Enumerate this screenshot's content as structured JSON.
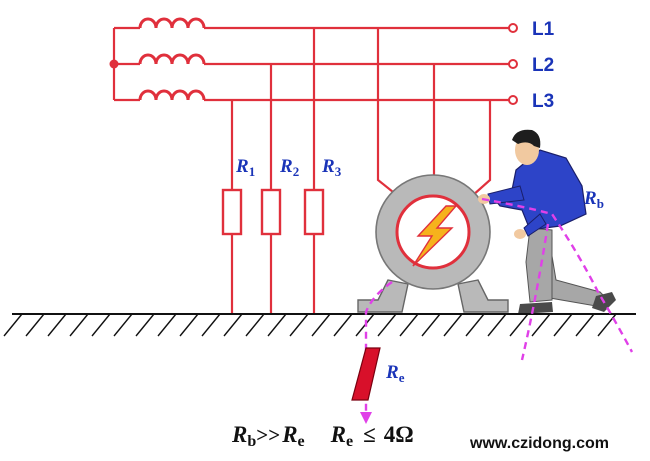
{
  "colors": {
    "wire": "#e0303c",
    "label_blue": "#1a34b8",
    "leakage_path": "#e040e8",
    "motor_gray": "#b9b9b9",
    "bolt_orange": "#f6b21c",
    "electrode": "#d8102a",
    "shirt": "#2d44c8",
    "pants": "#a7a7a7"
  },
  "lines": {
    "l1": "L1",
    "l2": "L2",
    "l3": "L3"
  },
  "resistors": {
    "r1": {
      "symbol": "R",
      "sub": "1"
    },
    "r2": {
      "symbol": "R",
      "sub": "2"
    },
    "r3": {
      "symbol": "R",
      "sub": "3"
    }
  },
  "body_resistance": {
    "symbol": "R",
    "sub": "b"
  },
  "earth_resistance": {
    "symbol": "R",
    "sub": "e"
  },
  "formula": {
    "lhs_symbol": "R",
    "lhs_sub": "b",
    "relation": ">>",
    "rhs_symbol": "R",
    "rhs_sub": "e",
    "limit_symbol": "R",
    "limit_sub": "e",
    "limit_relation": "≤",
    "limit_value": "4Ω"
  },
  "watermark": "www.czidong.com",
  "icons": {
    "motor": "motor-icon",
    "lightning": "lightning-bolt-icon",
    "person": "person-icon",
    "ground": "ground-hatch-icon",
    "electrode": "ground-electrode-icon"
  }
}
